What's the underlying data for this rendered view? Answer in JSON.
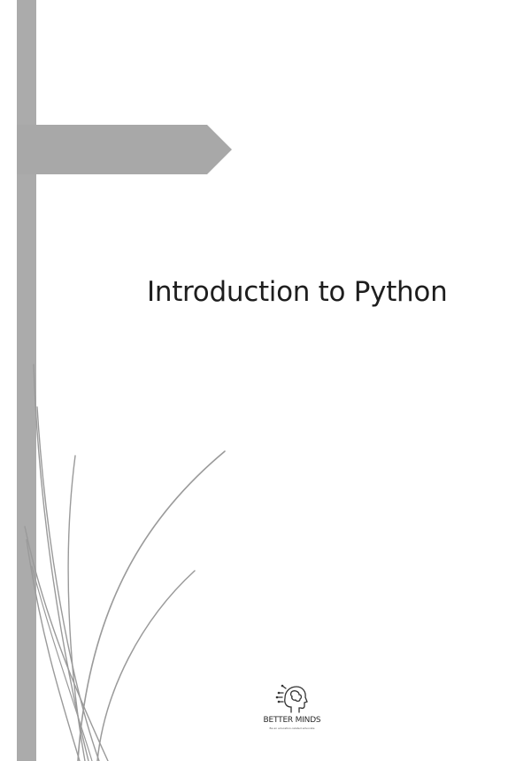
{
  "document": {
    "title": "Introduction to Python"
  },
  "logo": {
    "name": "BETTER MINDS",
    "tagline": "Be an education-related advocate"
  },
  "colors": {
    "bar": "#ababab",
    "banner": "#a8a8a8",
    "grass": "#9a9a9a",
    "title_text": "#1e1e1e"
  }
}
